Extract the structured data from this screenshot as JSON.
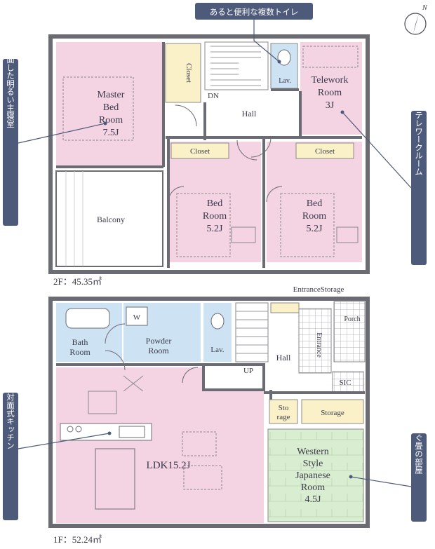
{
  "floor2": {
    "area_label": "2F：45.35㎡",
    "rooms": {
      "master": [
        "Master",
        "Bed",
        "Room",
        "7.5J"
      ],
      "closet_master": "Closet",
      "dn": "DN",
      "lav_upper": "Lav.",
      "telework": [
        "Telework",
        "Room",
        "3J"
      ],
      "hall": "Hall",
      "closet_a": "Closet",
      "closet_b": "Closet",
      "balcony": "Balcony",
      "bed_a": [
        "Bed",
        "Room",
        "5.2J"
      ],
      "bed_b": [
        "Bed",
        "Room",
        "5.2J"
      ]
    }
  },
  "floor1": {
    "area_label": "1F：52.24㎡",
    "rooms": {
      "entrance_storage": "EntranceStorage",
      "bath": [
        "Bath",
        "Room"
      ],
      "w_mark": "W",
      "powder": [
        "Powder",
        "Room"
      ],
      "lav": "Lav.",
      "porch": "Porch",
      "entrance": "Entrance",
      "hall": "Hall",
      "up": "UP",
      "sic": "SIC",
      "storage_small": [
        "Sto",
        "rage"
      ],
      "storage": "Storage",
      "ldk": "LDK15.2J",
      "western": [
        "Western",
        "Style",
        "Japanese",
        "Room",
        "4.5J"
      ]
    }
  },
  "callouts": {
    "toilets": "あると便利な複数トイレ",
    "balcony_master": "バルコニーに面した明るい主寝室",
    "telework": "あると便利なテレワークルーム",
    "kitchen": "会話が弾む対面式キッチン",
    "tatami": "心安らぐ畳の部屋"
  },
  "compass": "N",
  "colors": {
    "pink": "#f4d3e3",
    "blue": "#cde3f3",
    "green": "#d9eed0",
    "yellow": "#fbf1c8",
    "wall": "#6b6b74",
    "callout": "#4e5a7a"
  }
}
